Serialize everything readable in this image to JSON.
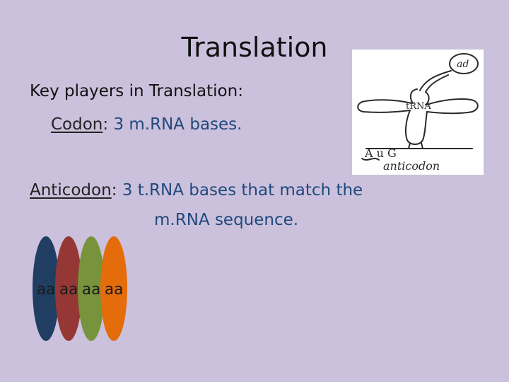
{
  "slide": {
    "title": "Translation",
    "key_players": "Key players in Translation:",
    "codon": {
      "term": "Codon",
      "colon": ":",
      "definition": "3 m.RNA bases."
    },
    "anticodon": {
      "term": "Anticodon",
      "colon": ":",
      "definition_line1": "3 t.RNA bases that match the",
      "definition_line2": "m.RNA sequence."
    }
  },
  "trna_sketch": {
    "amino_acid_label": "ad",
    "trna_label": "tRNA",
    "bases": "A u G",
    "anticodon_label": "anticodon"
  },
  "amino_acids": {
    "items": [
      {
        "label": "aa",
        "color": "#1f3e62"
      },
      {
        "label": "aa",
        "color": "#953735"
      },
      {
        "label": "aa",
        "color": "#77933c"
      },
      {
        "label": "aa",
        "color": "#e46c0a"
      }
    ]
  },
  "colors": {
    "background": "#ccc1dc",
    "definition_text": "#1f497d"
  }
}
